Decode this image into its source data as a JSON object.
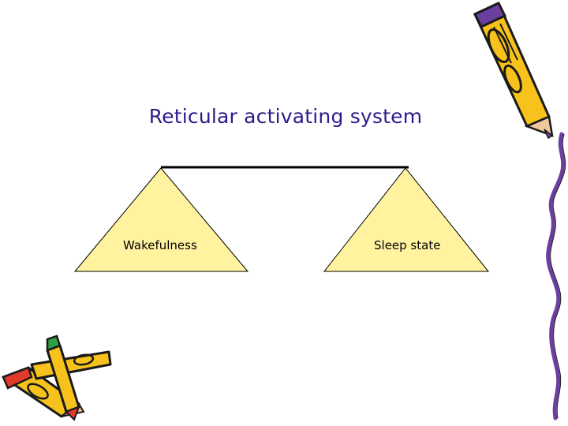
{
  "diagram": {
    "title": "Reticular activating system",
    "left_label": "Wakefulness",
    "right_label": "Sleep state"
  },
  "colors": {
    "title_text": "#2e1a8c",
    "triangle_fill": "#fff3a0",
    "outline": "#000000",
    "pencil_body": "#f7c21b",
    "pencil_band": "#6b3fa0",
    "pencil_tip_accent": "#e23a2a",
    "eraser_green": "#2f9e44",
    "squiggle": "#6b3fa0"
  },
  "decorations": {
    "top_right": "pencil-icon",
    "bottom_left": "crossed-pencils-icon",
    "right_edge": "squiggle-line"
  }
}
